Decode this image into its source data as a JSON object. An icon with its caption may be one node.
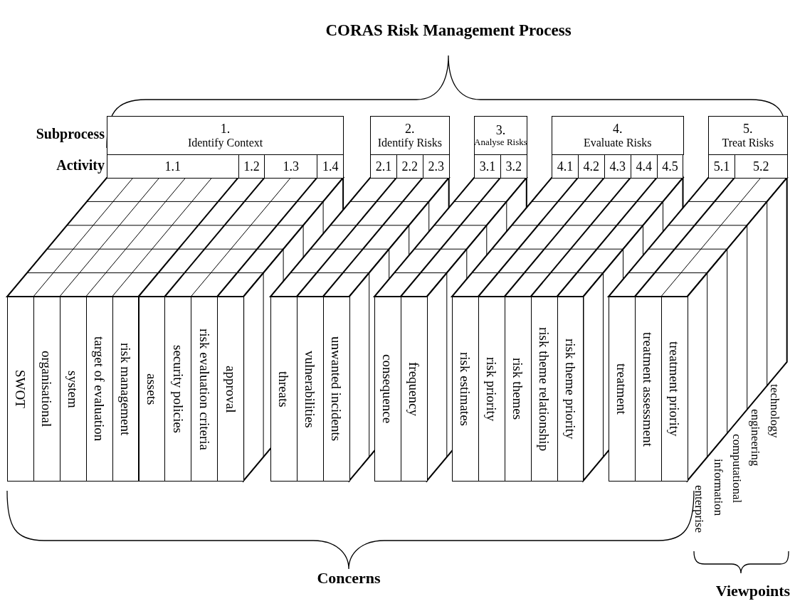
{
  "diagram": {
    "title": "CORAS Risk Management Process",
    "nodes": [
      {
        "text": [
          "1.",
          "Identify Context"
        ]
      },
      {
        "text": [
          "2.",
          "Identify Risks"
        ]
      },
      {
        "text": [
          "3.",
          "Analyse Risks"
        ]
      },
      {
        "text": [
          "4.",
          "Evaluate Risks"
        ]
      },
      {
        "text": [
          "5.",
          "Treat Risks"
        ]
      },
      {
        "text": [
          "1.1"
        ]
      },
      {
        "text": [
          "1.2"
        ]
      },
      {
        "text": [
          "1.3"
        ]
      },
      {
        "text": [
          "1.4"
        ]
      },
      {
        "text": [
          "2.1"
        ]
      },
      {
        "text": [
          "2.2"
        ]
      },
      {
        "text": [
          "2.3"
        ]
      },
      {
        "text": [
          "3.1"
        ]
      },
      {
        "text": [
          "3.2"
        ]
      },
      {
        "text": [
          "4.1"
        ]
      },
      {
        "text": [
          "4.2"
        ]
      },
      {
        "text": [
          "4.3"
        ]
      },
      {
        "text": [
          "4.4"
        ]
      },
      {
        "text": [
          "4.5"
        ]
      },
      {
        "text": [
          "5.1"
        ]
      },
      {
        "text": [
          "5.2"
        ]
      },
      {
        "text": [
          "SWOT"
        ]
      },
      {
        "text": [
          "organisational"
        ]
      },
      {
        "text": [
          "system"
        ]
      },
      {
        "text": [
          "target of evaluation"
        ]
      },
      {
        "text": [
          "risk management"
        ]
      },
      {
        "text": [
          "assets"
        ]
      },
      {
        "text": [
          "security policies"
        ]
      },
      {
        "text": [
          "risk evaluation criteria"
        ]
      },
      {
        "text": [
          "approval"
        ]
      },
      {
        "text": [
          "threats"
        ]
      },
      {
        "text": [
          "vulnerabilities"
        ]
      },
      {
        "text": [
          "unwanted incidents"
        ]
      },
      {
        "text": [
          "consequence"
        ]
      },
      {
        "text": [
          "frequency"
        ]
      },
      {
        "text": [
          "risk estimates"
        ]
      },
      {
        "text": [
          "risk priority"
        ]
      },
      {
        "text": [
          "risk themes"
        ]
      },
      {
        "text": [
          "risk theme relationship"
        ]
      },
      {
        "text": [
          "risk theme priority"
        ]
      },
      {
        "text": [
          "treatment"
        ]
      },
      {
        "text": [
          "treatment assessment"
        ]
      },
      {
        "text": [
          "treatment priority"
        ]
      }
    ],
    "labels": [
      "Subprocess",
      "Activity",
      "Concerns",
      "Viewpoints",
      "enterprise",
      "information",
      "computational",
      "engineering",
      "technology"
    ]
  }
}
